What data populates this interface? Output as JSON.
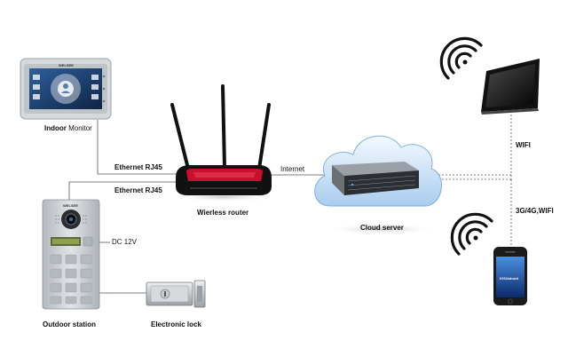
{
  "labels": {
    "indoor_bold": "Indoor",
    "indoor_rest": "Monitor",
    "ethernet_1": "Ethernet RJ45",
    "ethernet_2": "Ethernet RJ45",
    "internet": "Internet",
    "router": "Wierless router",
    "cloud_server": "Cloud server",
    "wifi": "WIFI",
    "mobile": "3G/4G,WIFI",
    "dc": "DC 12V",
    "outdoor": "Outdoor station",
    "lock": "Electronic lock"
  },
  "device_text": {
    "monitor_brand": "WELSEE",
    "station_brand": "WELSEE",
    "phone_screen": "IOS/Adroid"
  },
  "colors": {
    "line": "#555555",
    "router_red": "#c8102e",
    "cloud_blue": "#bcd9f2",
    "device_dark": "#1a1a1a",
    "station_silver": "#c8ccd0"
  },
  "icons": [
    "wifi-icon-tablet",
    "wifi-icon-phone"
  ]
}
